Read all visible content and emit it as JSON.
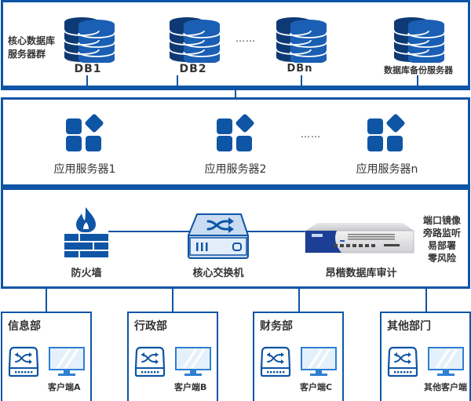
{
  "colors": {
    "primary": "#0f55a5",
    "db_dark": "#0d3a75",
    "db_light": "#1a5fb4",
    "switch_fill": "#c9dcf2",
    "monitor_fill": "#e4f0fb"
  },
  "db_tier": {
    "group_label_line1": "核心数据库",
    "group_label_line2": "服务器群",
    "ellipsis": "……",
    "servers": [
      {
        "label": "DB1",
        "icon": "database-icon"
      },
      {
        "label": "DB2",
        "icon": "database-icon"
      },
      {
        "label": "DBn",
        "icon": "database-icon"
      },
      {
        "label": "数据库备份服务器",
        "icon": "database-icon"
      }
    ]
  },
  "app_tier": {
    "ellipsis": "……",
    "servers": [
      {
        "label": "应用服务器1",
        "icon": "app-grid-icon"
      },
      {
        "label": "应用服务器2",
        "icon": "app-grid-icon"
      },
      {
        "label": "应用服务器n",
        "icon": "app-grid-icon"
      }
    ]
  },
  "core_tier": {
    "firewall": {
      "label": "防火墙",
      "icon": "firewall-icon"
    },
    "switch": {
      "label": "核心交换机",
      "icon": "switch-icon"
    },
    "audit": {
      "label": "昂楷数据库审计",
      "icon": "audit-appliance-icon"
    },
    "features": [
      "端口镜像",
      "旁路监听",
      "易部署",
      "零风险"
    ]
  },
  "departments": [
    {
      "name": "信息部",
      "client": "客户端A"
    },
    {
      "name": "行政部",
      "client": "客户端B"
    },
    {
      "name": "财务部",
      "client": "客户端C"
    },
    {
      "name": "其他部门",
      "client": "其他客户端"
    }
  ]
}
